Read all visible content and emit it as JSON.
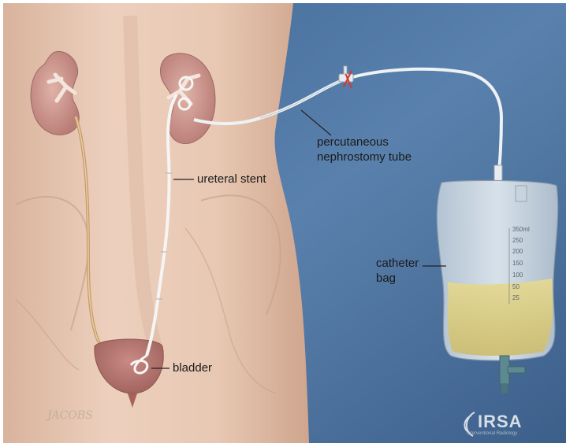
{
  "labels": {
    "ureteral_stent": "ureteral stent",
    "nephrostomy_line1": "percutaneous",
    "nephrostomy_line2": "nephrostomy tube",
    "catheter_line1": "catheter",
    "catheter_line2": "bag",
    "bladder": "bladder"
  },
  "bag_scale": [
    "350ml",
    "250",
    "200",
    "150",
    "100",
    "50",
    "25"
  ],
  "logo": {
    "text": "IRSA",
    "subtitle": "Interventional Radiology"
  },
  "signature": "JACOBS",
  "colors": {
    "skin": "#e9c9b4",
    "background_blue": "#4a6f9c",
    "kidney": "#c88e88",
    "urine": "#e3d48a"
  }
}
